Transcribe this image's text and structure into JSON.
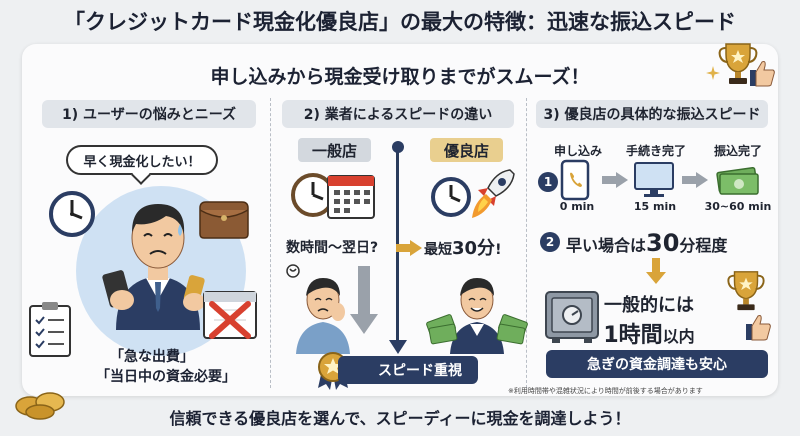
{
  "title": "「クレジットカード現金化優良店」の最大の特徴：迅速な振込スピード",
  "subtitle": "申し込みから現金受け取りまでがスムーズ！",
  "col1": {
    "header": "1) ユーザーの悩みとニーズ",
    "bubble": "早く現金化したい！",
    "quote1": "「急な出費」",
    "quote2": "「当日中の資金必要」"
  },
  "col2": {
    "header": "2) 業者によるスピードの違い",
    "general_label": "一般店",
    "premium_label": "優良店",
    "general_time": "数時間〜翌日?",
    "premium_time_prefix": "最短",
    "premium_time_value": "30分",
    "premium_time_suffix": "!",
    "badge": "スピード重視"
  },
  "col3": {
    "header": "3) 優良店の具体的な振込スピード",
    "steps": [
      {
        "label": "申し込み",
        "time": "0 min"
      },
      {
        "label": "手続き完了",
        "time": "15 min"
      },
      {
        "label": "振込完了",
        "time": "30~60 min"
      }
    ],
    "num1": "1",
    "num2": "2",
    "fast_prefix": "早い場合は",
    "fast_value": "30",
    "fast_suffix": "分程度",
    "general_line1": "一般的には",
    "general_value": "1時間",
    "general_suffix": "以内",
    "relief": "急ぎの資金調達も安心",
    "note": "※利用時間帯や混雑状況により時間が前後する場合があります"
  },
  "footer": "信頼できる優良店を選んで、スピーディーに現金を調達しよう！",
  "colors": {
    "navy": "#2b3d63",
    "gold": "#d9a43a",
    "header_gray": "#e1e5ea",
    "premium_tag": "#e9cf8f",
    "blob_blue": "#cfe1f3",
    "cross_red": "#d8412f"
  },
  "icons": [
    "trophy-icon",
    "thumbs-up-icon",
    "sparkle-icon",
    "clock-icon",
    "wallet-icon",
    "calendar-icon",
    "rocket-icon",
    "phone-icon",
    "monitor-icon",
    "cash-icon",
    "safe-icon",
    "medal-icon",
    "coin-icon",
    "checklist-icon",
    "cross-icon"
  ]
}
